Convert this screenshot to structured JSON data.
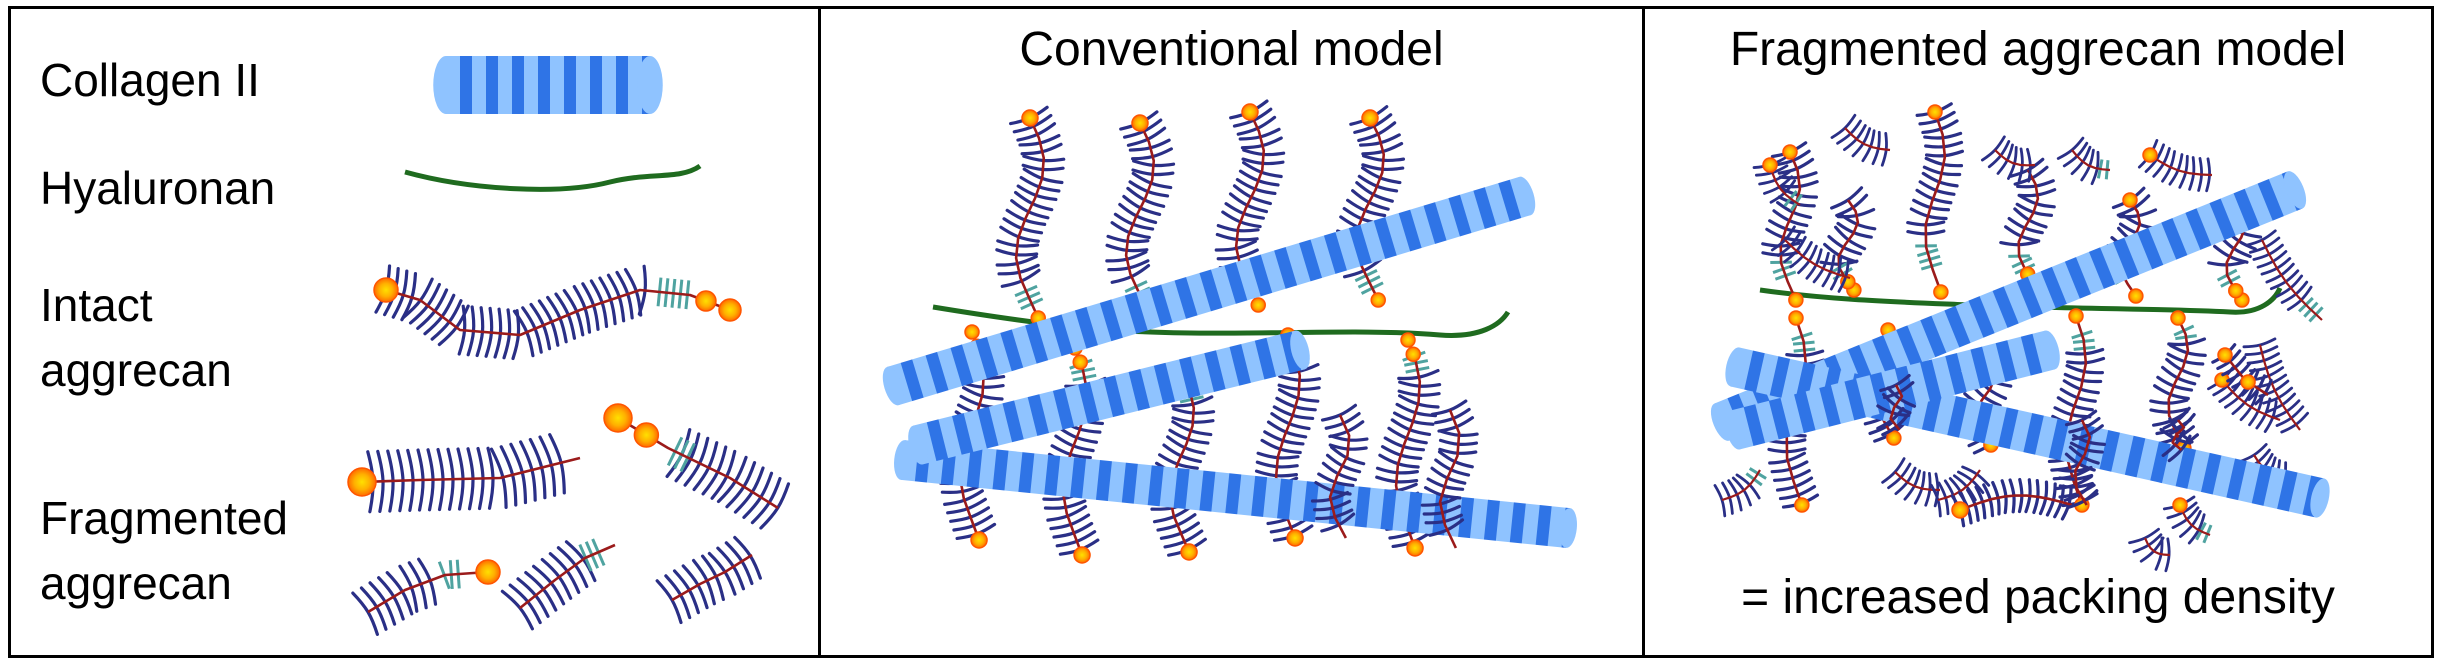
{
  "legend": {
    "collagen": "Collagen II",
    "hyaluronan": "Hyaluronan",
    "intact_line1": "Intact",
    "intact_line2": "aggrecan",
    "fragmented_line1": "Fragmented",
    "fragmented_line2": "aggrecan"
  },
  "panels": {
    "conventional_title": "Conventional model",
    "fragmented_title": "Fragmented aggrecan model",
    "fragmented_caption": "= increased packing density"
  },
  "colors": {
    "collagen_light": "#8fc3ff",
    "collagen_dark": "#2f74e6",
    "hyaluronan": "#1f6b1f",
    "core_protein": "#9b1b1b",
    "gag_chain": "#2a2f86",
    "link_protein": "#4fa3a0",
    "g_domain": "#ff9a00",
    "g_domain_core": "#ffe000"
  },
  "icons": [
    "collagen-fibril-icon",
    "hyaluronan-chain-icon",
    "aggrecan-molecule-icon",
    "aggrecan-fragment-icon"
  ]
}
